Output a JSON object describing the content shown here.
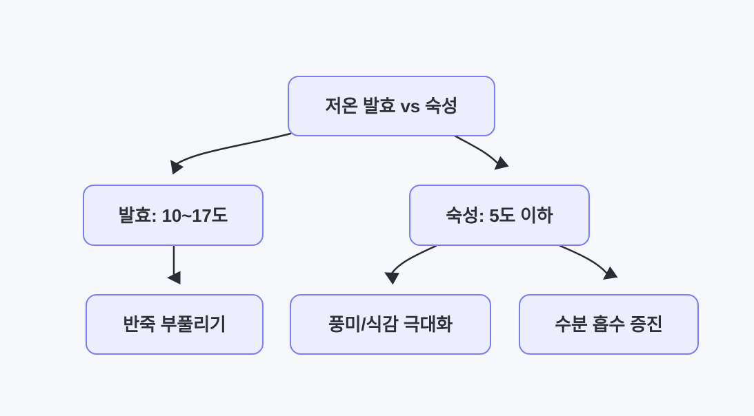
{
  "diagram": {
    "type": "tree-flowchart",
    "background_color": "#f7f8fc",
    "node_fill_color": "#eceefd",
    "node_border_color": "#7b7df0",
    "node_text_color": "#2f2f38",
    "edge_color": "#2b2b33",
    "nodes": [
      {
        "id": "root",
        "label": "저온 발효 vs 숙성",
        "level": 0
      },
      {
        "id": "ferm",
        "label": "발효: 10~17도",
        "level": 1
      },
      {
        "id": "aging",
        "label": "숙성: 5도 이하",
        "level": 1
      },
      {
        "id": "dough",
        "label": "반죽 부풀리기",
        "level": 2
      },
      {
        "id": "flavor",
        "label": "풍미/식감 극대화",
        "level": 2
      },
      {
        "id": "water",
        "label": "수분 흡수 증진",
        "level": 2
      }
    ],
    "edges": [
      {
        "from": "root",
        "to": "ferm",
        "style": "curved",
        "arrowhead": "triangle"
      },
      {
        "from": "root",
        "to": "aging",
        "style": "curved",
        "arrowhead": "triangle"
      },
      {
        "from": "ferm",
        "to": "dough",
        "style": "straight",
        "arrowhead": "triangle"
      },
      {
        "from": "aging",
        "to": "flavor",
        "style": "curved",
        "arrowhead": "triangle"
      },
      {
        "from": "aging",
        "to": "water",
        "style": "curved",
        "arrowhead": "triangle"
      }
    ]
  }
}
